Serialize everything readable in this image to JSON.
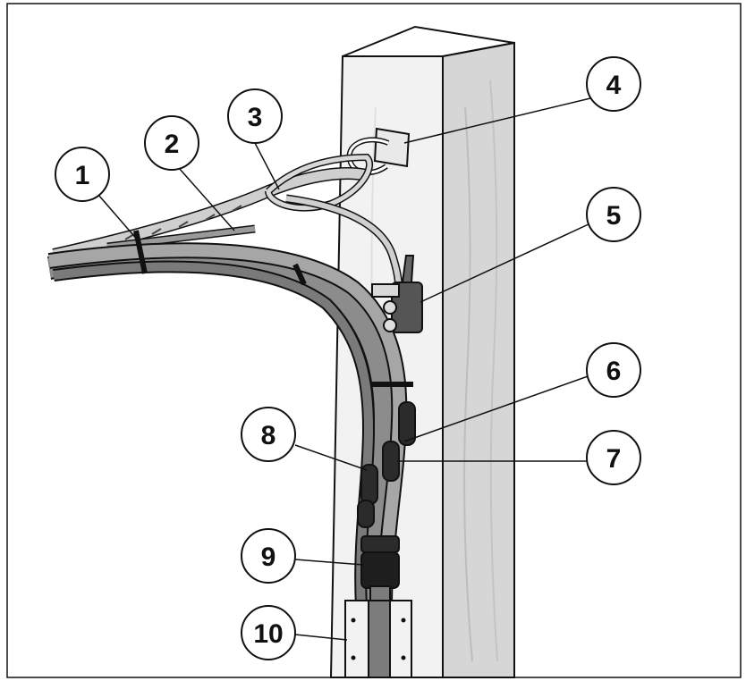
{
  "diagram": {
    "callouts": [
      {
        "id": "1",
        "label": "1"
      },
      {
        "id": "2",
        "label": "2"
      },
      {
        "id": "3",
        "label": "3"
      },
      {
        "id": "4",
        "label": "4"
      },
      {
        "id": "5",
        "label": "5"
      },
      {
        "id": "6",
        "label": "6"
      },
      {
        "id": "7",
        "label": "7"
      },
      {
        "id": "8",
        "label": "8"
      },
      {
        "id": "9",
        "label": "9"
      },
      {
        "id": "10",
        "label": "10"
      }
    ]
  },
  "colors": {
    "line": "#111111",
    "pole_front": "#f1f1f1",
    "pole_side": "#d9d9d9",
    "cable": "#8a8a8a",
    "sleeve": "#2a2a2a",
    "bracket": "#e6e6e6"
  }
}
